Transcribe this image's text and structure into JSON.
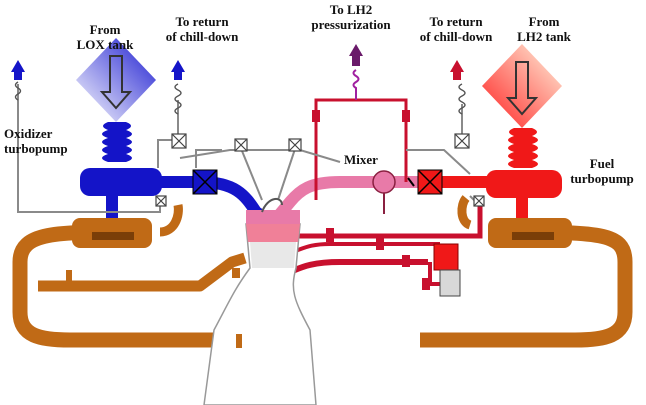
{
  "labels": {
    "from_lox_line1": "From",
    "from_lox_line2": "LOX tank",
    "return_left_line1": "To return",
    "return_left_line2": "of chill-down",
    "lh2_press_line1": "To LH2",
    "lh2_press_line2": "pressurization",
    "return_right_line1": "To return",
    "return_right_line2": "of chill-down",
    "from_lh2_line1": "From",
    "from_lh2_line2": "LH2 tank",
    "oxidizer_line1": "Oxidizer",
    "oxidizer_line2": "turbopump",
    "mixer": "Mixer",
    "fuel_line1": "Fuel",
    "fuel_line2": "turbopump"
  },
  "colors": {
    "oxidizer": "#1414c8",
    "fuel": "#f01818",
    "mixed": "#e87aa8",
    "hot_gas": "#c06a16",
    "dark_red": "#c8102e",
    "purple": "#6a1a6a"
  }
}
